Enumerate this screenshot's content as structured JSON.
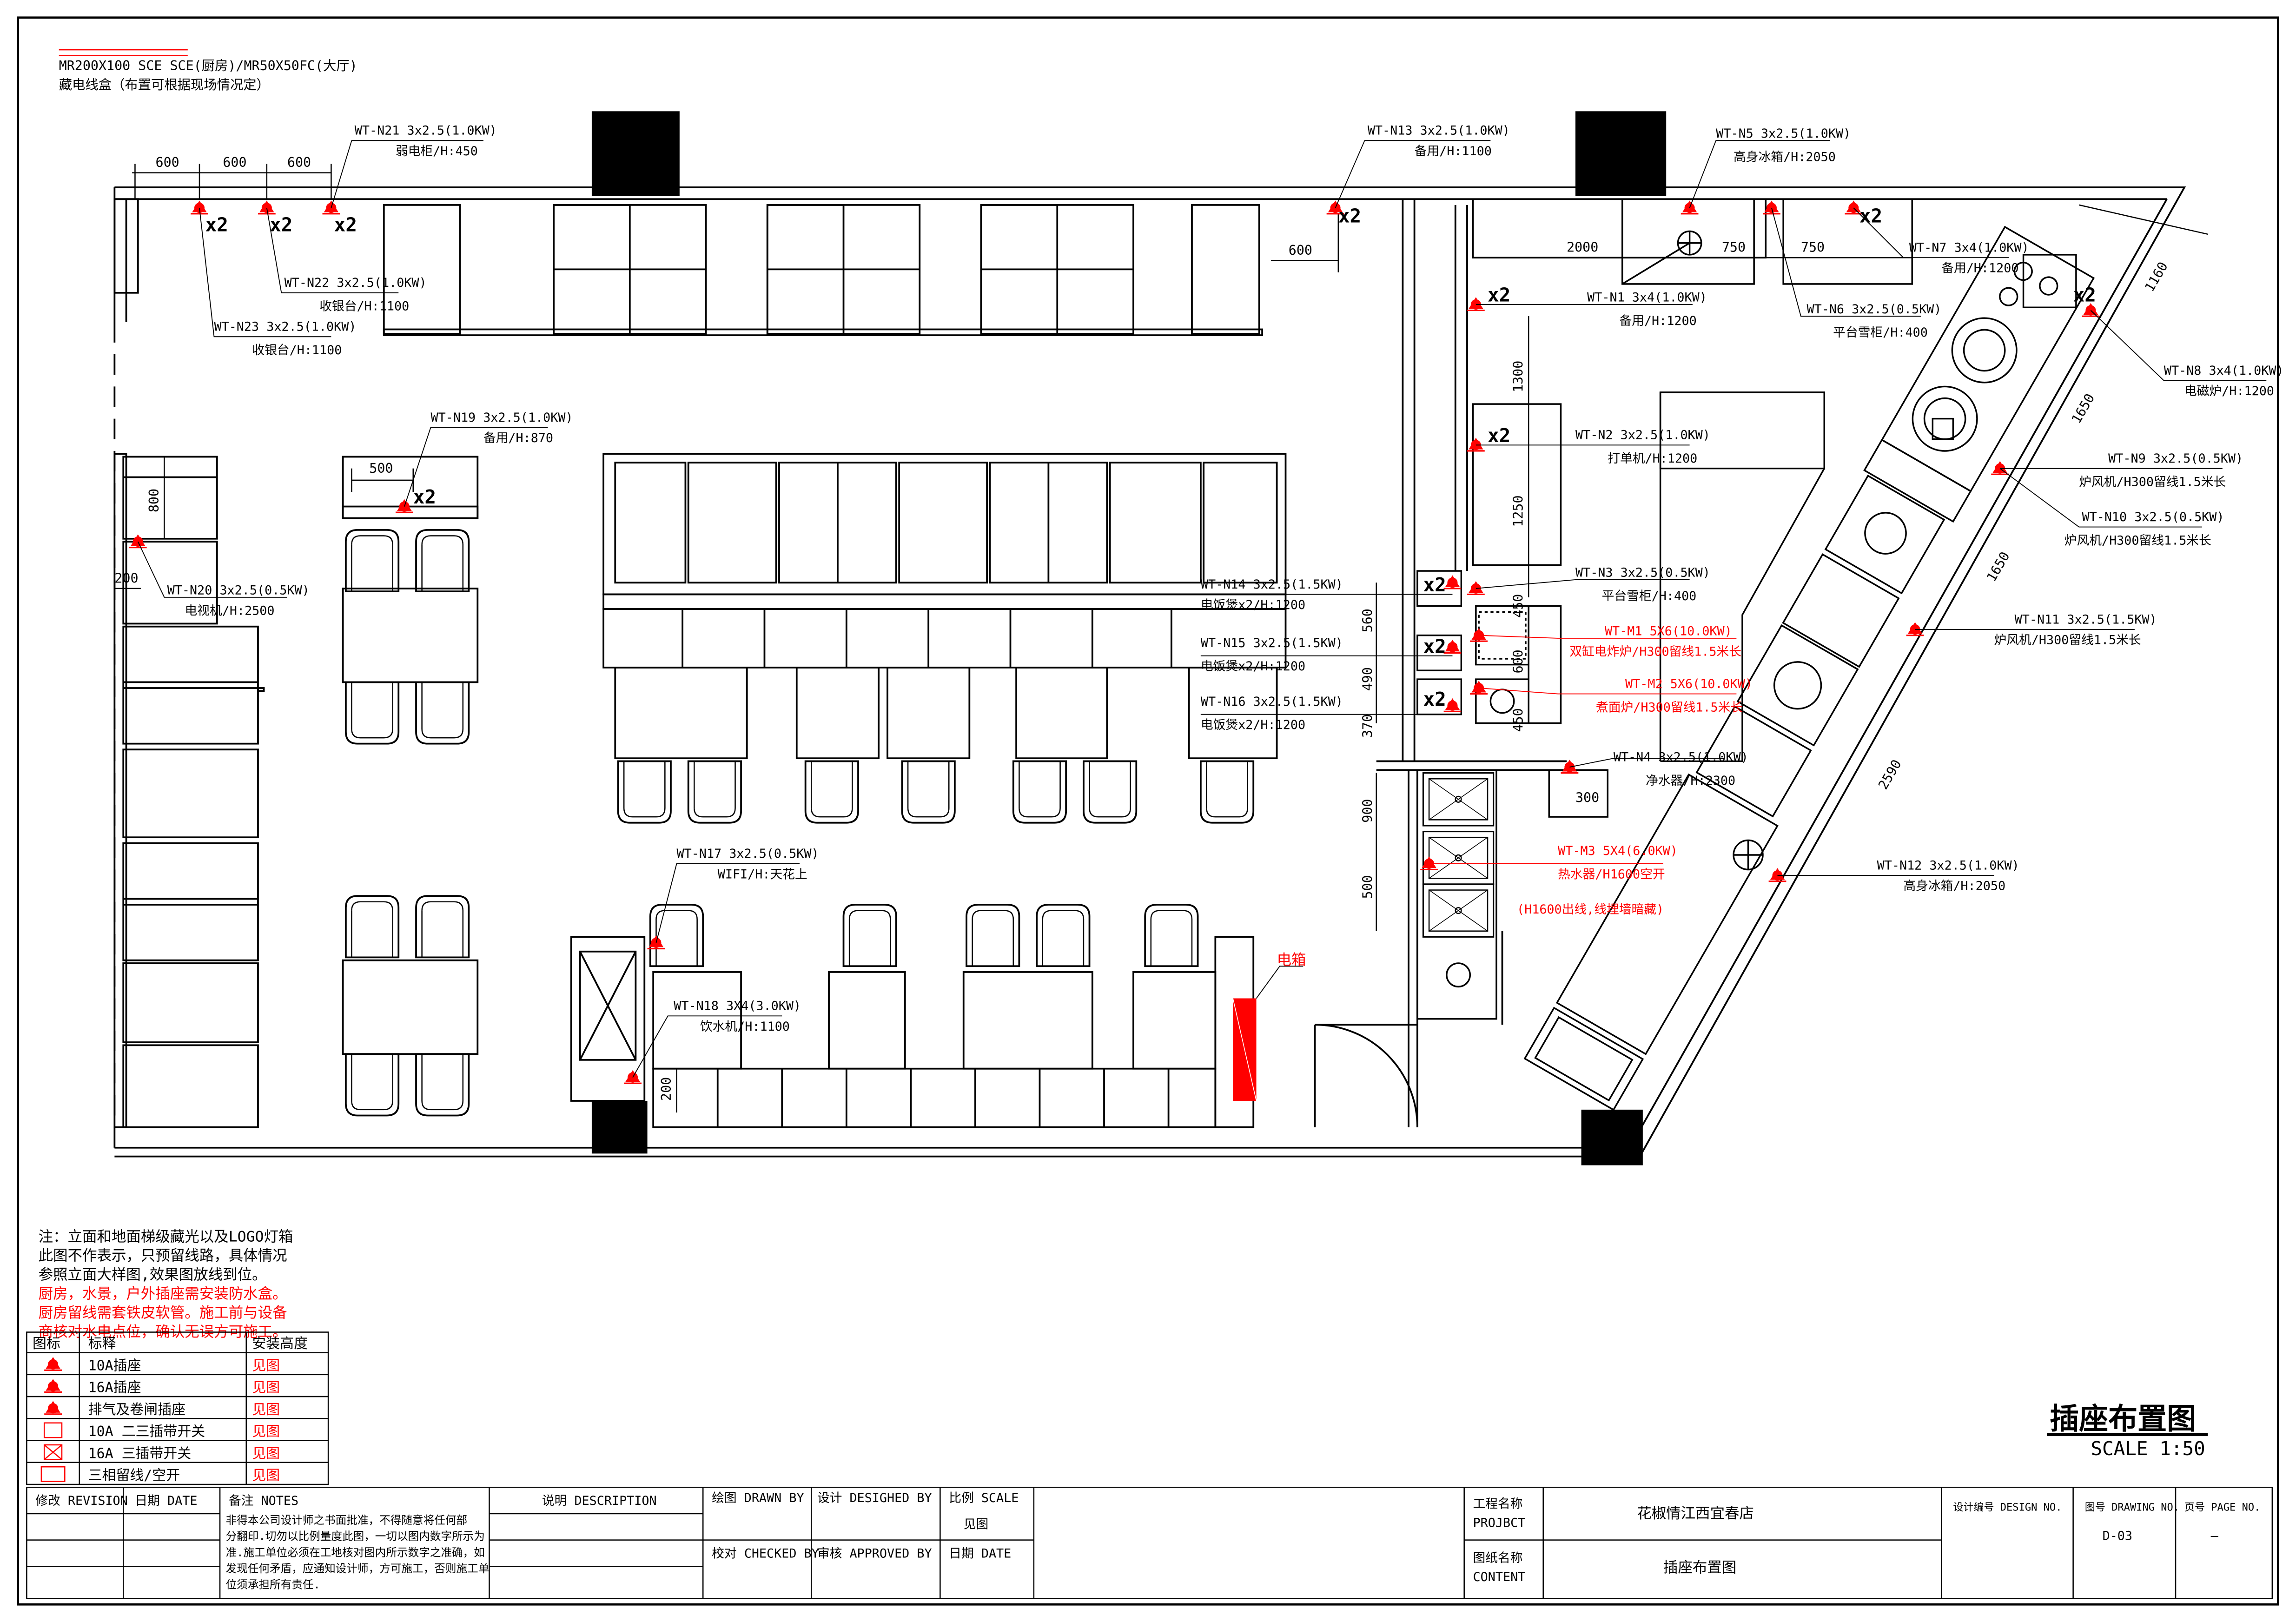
{
  "header": {
    "line1": "MR200X100 SCE SCE(厨房)/MR50X50FC(大厅)",
    "line2": "藏电线盒（布置可根据现场情况定）"
  },
  "dims": {
    "d600a": "600",
    "d600b": "600",
    "d600c": "600",
    "d600d": "600",
    "d500": "500",
    "d800": "800",
    "d200a": "200",
    "d200b": "200",
    "d2000": "2000",
    "d750a": "750",
    "d750b": "750",
    "d1300": "1300",
    "d1250": "1250",
    "d450a": "450",
    "d600e": "600",
    "d450b": "450",
    "d560": "560",
    "d490": "490",
    "d370": "370",
    "d900": "900",
    "d500b": "500",
    "d300": "300",
    "d1160": "1160",
    "d1650a": "1650",
    "d1650b": "1650",
    "d2590": "2590"
  },
  "multipliers": {
    "x2": "x2"
  },
  "callouts": [
    {
      "id": "WT-N21 3x2.5(1.0KW)",
      "desc": "弱电柜/H:450"
    },
    {
      "id": "WT-N22 3x2.5(1.0KW)",
      "desc": "收银台/H:1100"
    },
    {
      "id": "WT-N23 3x2.5(1.0KW)",
      "desc": "收银台/H:1100"
    },
    {
      "id": "WT-N13 3x2.5(1.0KW)",
      "desc": "备用/H:1100"
    },
    {
      "id": "WT-N5 3x2.5(1.0KW)",
      "desc": "高身冰箱/H:2050"
    },
    {
      "id": "WT-N7 3x4(1.0KW)",
      "desc": "备用/H:1200"
    },
    {
      "id": "WT-N6 3x2.5(0.5KW)",
      "desc": "平台雪柜/H:400"
    },
    {
      "id": "WT-N1 3x4(1.0KW)",
      "desc": "备用/H:1200"
    },
    {
      "id": "WT-N8 3x4(1.0KW)",
      "desc": "电磁炉/H:1200"
    },
    {
      "id": "WT-N19 3x2.5(1.0KW)",
      "desc": "备用/H:870"
    },
    {
      "id": "WT-N2 3x2.5(1.0KW)",
      "desc": "打单机/H:1200"
    },
    {
      "id": "WT-N9 3x2.5(0.5KW)",
      "desc": "炉风机/H300留线1.5米长"
    },
    {
      "id": "WT-N10 3x2.5(0.5KW)",
      "desc": "炉风机/H300留线1.5米长"
    },
    {
      "id": "WT-N20 3x2.5(0.5KW)",
      "desc": "电视机/H:2500"
    },
    {
      "id": "WT-N3 3x2.5(0.5KW)",
      "desc": "平台雪柜/H:400"
    },
    {
      "id": "WT-N14 3x2.5(1.5KW)",
      "desc": "电饭煲x2/H:1200"
    },
    {
      "id": "WT-N15 3x2.5(1.5KW)",
      "desc": "电饭煲x2/H:1200"
    },
    {
      "id": "WT-N16 3x2.5(1.5KW)",
      "desc": "电饭煲x2/H:1200"
    },
    {
      "id": "WT-N11 3x2.5(1.5KW)",
      "desc": "炉风机/H300留线1.5米长"
    },
    {
      "id": "WT-N4 3x2.5(1.0KW)",
      "desc": "净水器/H:2300"
    },
    {
      "id": "WT-N17 3x2.5(0.5KW)",
      "desc": "WIFI/H:天花上"
    },
    {
      "id": "WT-N12 3x2.5(1.0KW)",
      "desc": "高身冰箱/H:2050"
    },
    {
      "id": "WT-N18 3X4(3.0KW)",
      "desc": "饮水机/H:1100"
    }
  ],
  "red_callouts": [
    {
      "id": "WT-M1 5X6(10.0KW)",
      "desc": "双缸电炸炉/H300留线1.5米长"
    },
    {
      "id": "WT-M2 5X6(10.0KW)",
      "desc": "煮面炉/H300留线1.5米长"
    },
    {
      "id": "WT-M3 5X4(6.0KW)",
      "desc": "热水器/H1600空开"
    }
  ],
  "red_note": "(H1600出线,线埋墙暗藏)",
  "panel_label": "电箱",
  "notes": {
    "black": [
      "注：立面和地面梯级藏光以及LOGO灯箱",
      "此图不作表示，只预留线路，具体情况",
      "参照立面大样图,效果图放线到位。"
    ],
    "red": [
      "厨房，水景，户外插座需安装防水盒。",
      "厨房留线需套铁皮软管。施工前与设备",
      "商核对水电点位，确认无误方可施工。"
    ]
  },
  "legend": {
    "headers": [
      "图标",
      "标释",
      "安装高度"
    ],
    "rows": [
      {
        "label": "10A插座",
        "height": "见图"
      },
      {
        "label": "16A插座",
        "height": "见图"
      },
      {
        "label": "排气及卷闸插座",
        "height": "见图"
      },
      {
        "label": "10A 二三插带开关",
        "height": "见图"
      },
      {
        "label": "16A 三插带开关",
        "height": "见图"
      },
      {
        "label": "三相留线/空开",
        "height": "见图"
      }
    ]
  },
  "title_block": {
    "drawing_title": "插座布置图",
    "scale": "SCALE 1:50",
    "revision": "修改 REVISION",
    "date_col": "日期 DATE",
    "remarks_label": "备注 NOTES",
    "remarks_text": [
      "非得本公司设计师之书面批准，不得随意将任何部",
      "分翻印.切勿以比例量度此图，一切以图内数字所示为",
      "准.施工单位必须在工地核对图内所示数字之准确，如",
      "发现任何矛盾，应通知设计师，方可施工，否则施工单",
      "位须承担所有责任."
    ],
    "description": "说明 DESCRIPTION",
    "drawn_by": "绘图 DRAWN BY",
    "designed_by": "设计 DESIGHED BY",
    "scale_label": "比例 SCALE",
    "scale_value": "见图",
    "checked_by": "校对 CHECKED BY",
    "approved_by": "审核 APPROVED BY",
    "date_label": "日期 DATE",
    "project_label_cn": "工程名称",
    "project_label_en": "PROJBCT",
    "project_name": "花椒情江西宜春店",
    "content_label_cn": "图纸名称",
    "content_label_en": "CONTENT",
    "content_name": "插座布置图",
    "design_no": "设计编号 DESIGN NO.",
    "drawing_no_label": "图号 DRAWING NO.",
    "drawing_no": "D-03",
    "page_no_label": "页号 PAGE NO.",
    "page_no": "—"
  },
  "colors": {
    "ink": "#000000",
    "red": "#ff0000"
  }
}
